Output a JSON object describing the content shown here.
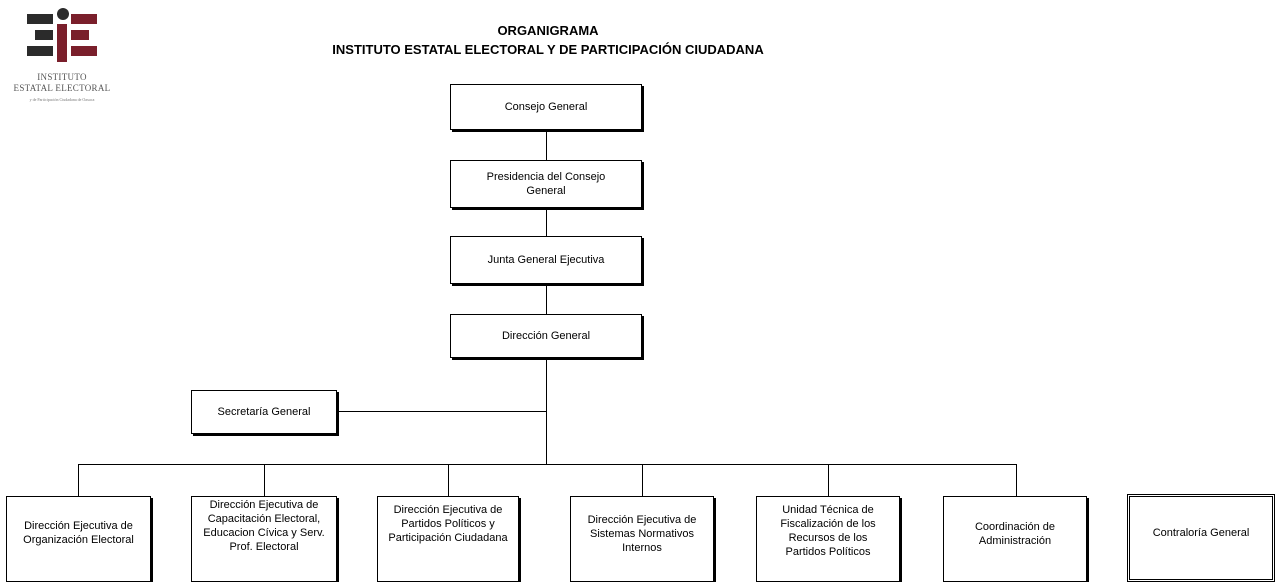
{
  "logo": {
    "colors": {
      "dark": "#2b2b2b",
      "red": "#7a1f2b"
    },
    "line1": "INSTITUTO",
    "line2": "ESTATAL ELECTORAL",
    "line3": "y de Participación Ciudadana de Oaxaca"
  },
  "header": {
    "title": "ORGANIGRAMA",
    "subtitle": "INSTITUTO ESTATAL ELECTORAL Y DE PARTICIPACIÓN  CIUDADANA"
  },
  "chain": {
    "consejo": "Consejo General",
    "presidencia": "Presidencia del Consejo General",
    "junta": "Junta General Ejecutiva",
    "direccion": "Dirección General",
    "secretaria": "Secretaría General"
  },
  "departments": [
    "Dirección Ejecutiva de Organización Electoral",
    "Dirección Ejecutiva de Capacitación Electoral, Educacion Cívica y Serv. Prof. Electoral",
    "Dirección Ejecutiva de Partidos Políticos y Participación Ciudadana",
    "Dirección Ejecutiva de Sistemas Normativos Internos",
    "Unidad Técnica de Fiscalización de los Recursos de los Partidos Políticos",
    "Coordinación de Administración"
  ],
  "contraloria": "Contraloría General"
}
